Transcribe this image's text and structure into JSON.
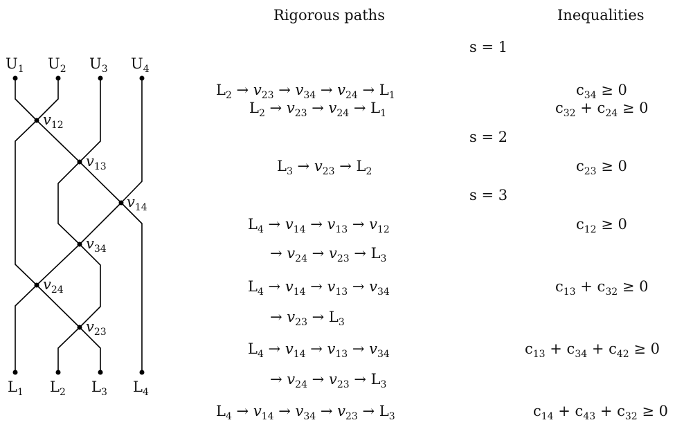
{
  "headers": {
    "paths": "Rigorous paths",
    "inequalities": "Inequalities"
  },
  "network": {
    "top_labels": [
      {
        "base": "U",
        "sub": "1"
      },
      {
        "base": "U",
        "sub": "2"
      },
      {
        "base": "U",
        "sub": "3"
      },
      {
        "base": "U",
        "sub": "4"
      }
    ],
    "bottom_labels": [
      {
        "base": "L",
        "sub": "1"
      },
      {
        "base": "L",
        "sub": "2"
      },
      {
        "base": "L",
        "sub": "3"
      },
      {
        "base": "L",
        "sub": "4"
      }
    ],
    "nodes": [
      {
        "base": "v",
        "sub": "12"
      },
      {
        "base": "v",
        "sub": "13"
      },
      {
        "base": "v",
        "sub": "14"
      },
      {
        "base": "v",
        "sub": "34"
      },
      {
        "base": "v",
        "sub": "24"
      },
      {
        "base": "v",
        "sub": "23"
      }
    ]
  },
  "sections": [
    {
      "label": "s = 1"
    },
    {
      "label": "s = 2"
    },
    {
      "label": "s = 3"
    }
  ],
  "rows": [
    {
      "path": "L<sub>2</sub> → v<sub>23</sub> → v<sub>34</sub> → v<sub>24</sub> → L<sub>1</sub>",
      "ineq": "c<sub>34</sub> ≥ 0"
    },
    {
      "path": "L<sub>2</sub> → v<sub>23</sub> → v<sub>24</sub> → L<sub>1</sub>",
      "ineq": "c<sub>32</sub> + c<sub>24</sub> ≥ 0"
    },
    {
      "path": "L<sub>3</sub> → v<sub>23</sub> → L<sub>2</sub>",
      "ineq": "c<sub>23</sub> ≥ 0"
    },
    {
      "path": "L<sub>4</sub> → v<sub>14</sub> → v<sub>13</sub> → v<sub>12</sub>",
      "path2": "→ v<sub>24</sub> → v<sub>23</sub> → L<sub>3</sub>",
      "ineq": "c<sub>12</sub> ≥ 0"
    },
    {
      "path": "L<sub>4</sub> → v<sub>14</sub> → v<sub>13</sub> → v<sub>34</sub>",
      "path2": "→ v<sub>23</sub> → L<sub>3</sub>",
      "ineq": "c<sub>13</sub> + c<sub>32</sub> ≥ 0"
    },
    {
      "path": "L<sub>4</sub> → v<sub>14</sub> → v<sub>13</sub> → v<sub>34</sub>",
      "path2": "→ v<sub>24</sub> → v<sub>23</sub> → L<sub>3</sub>",
      "ineq": "c<sub>13</sub> + c<sub>34</sub> + c<sub>42</sub> ≥ 0"
    },
    {
      "path": "L<sub>4</sub> → v<sub>14</sub> → v<sub>34</sub> → v<sub>23</sub> → L<sub>3</sub>",
      "ineq": "c<sub>14</sub> + c<sub>43</sub> + c<sub>32</sub> ≥ 0"
    }
  ]
}
